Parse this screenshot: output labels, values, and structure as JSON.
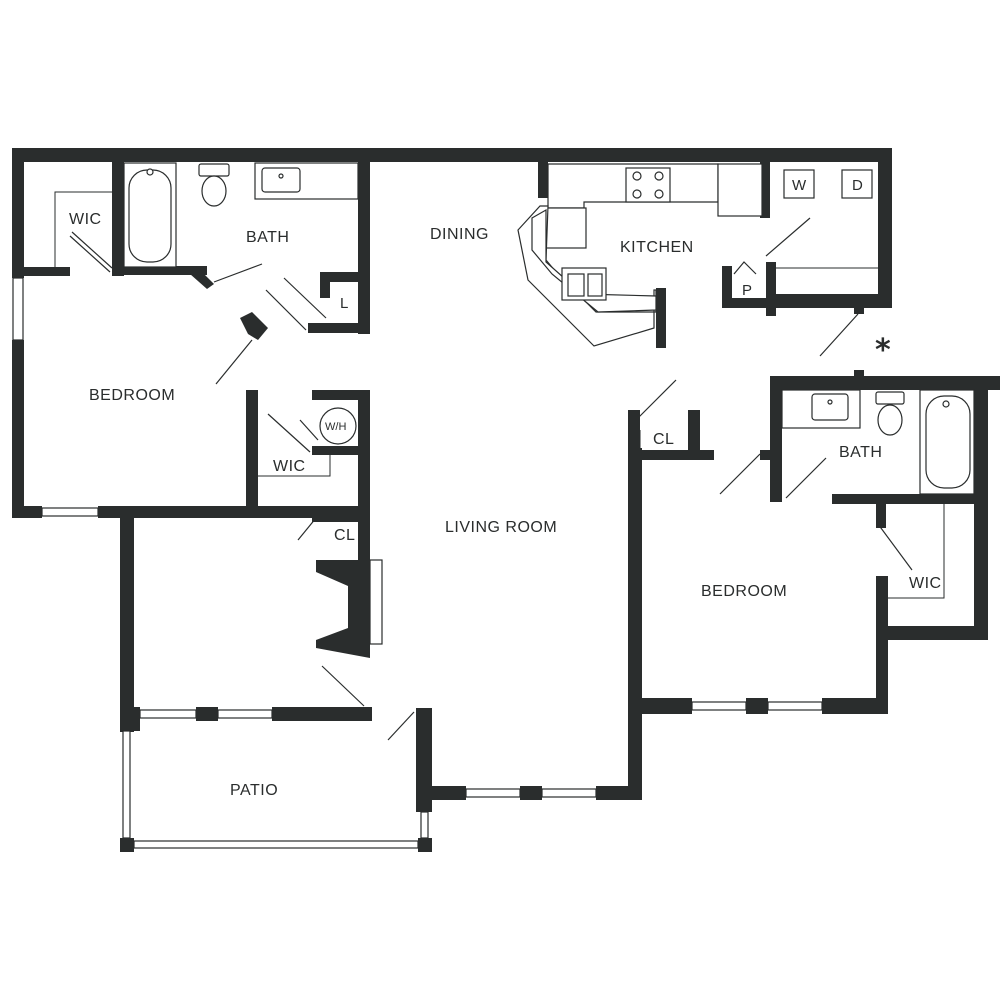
{
  "floor_plan": {
    "rooms": {
      "wic_left": "WIC",
      "bath_left": "BATH",
      "dining": "DINING",
      "kitchen": "KITCHEN",
      "bedroom_left": "BEDROOM",
      "laundry_l": "L",
      "water_heater": "W/H",
      "wic_center": "WIC",
      "closet_center": "CL",
      "living_room": "LIVING ROOM",
      "closet_right": "CL",
      "bath_right": "BATH",
      "bedroom_right": "BEDROOM",
      "wic_right": "WIC",
      "patio": "PATIO",
      "washer": "W",
      "dryer": "D",
      "pantry": "P"
    },
    "marker": "*"
  }
}
